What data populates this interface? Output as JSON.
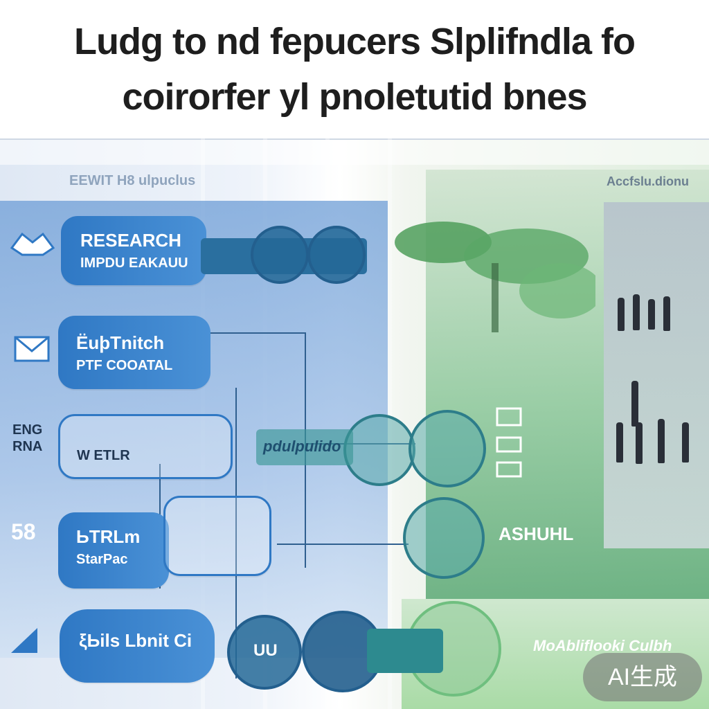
{
  "header": {
    "line1": "Ludg to nd fepucers Slplifndla fo",
    "line2": "coirorfer yl  pnoletutid bnes"
  },
  "captions": {
    "top_left": "EEWIT H8 ulpuclus",
    "top_right": "Accfslu.dionu"
  },
  "cards": [
    {
      "l1": "RESEARCH",
      "l2": "IMPDU EAKAUU"
    },
    {
      "l1": "ЁuþTnitch",
      "l2": "PTF COOATAL"
    },
    {
      "l1": "",
      "l2": "W ETLR"
    },
    {
      "l1": "ЬTRLm",
      "l2": "StarPac"
    },
    {
      "l1": "ξЬils Lbnit Ci",
      "l2": ""
    }
  ],
  "side_labels": {
    "en": "ENG",
    "na": "RNA",
    "num": "58"
  },
  "mid_label": "pdulpulido",
  "right_label": "ASHUHL",
  "bottom_box_label": "UU",
  "bottom_right": "MoAbliflooki Culbh",
  "watermark": "AI生成",
  "colors": {
    "primary_blue": "#2f78c4",
    "dark_teal": "#235f8e",
    "green": "#6fbf7f"
  }
}
